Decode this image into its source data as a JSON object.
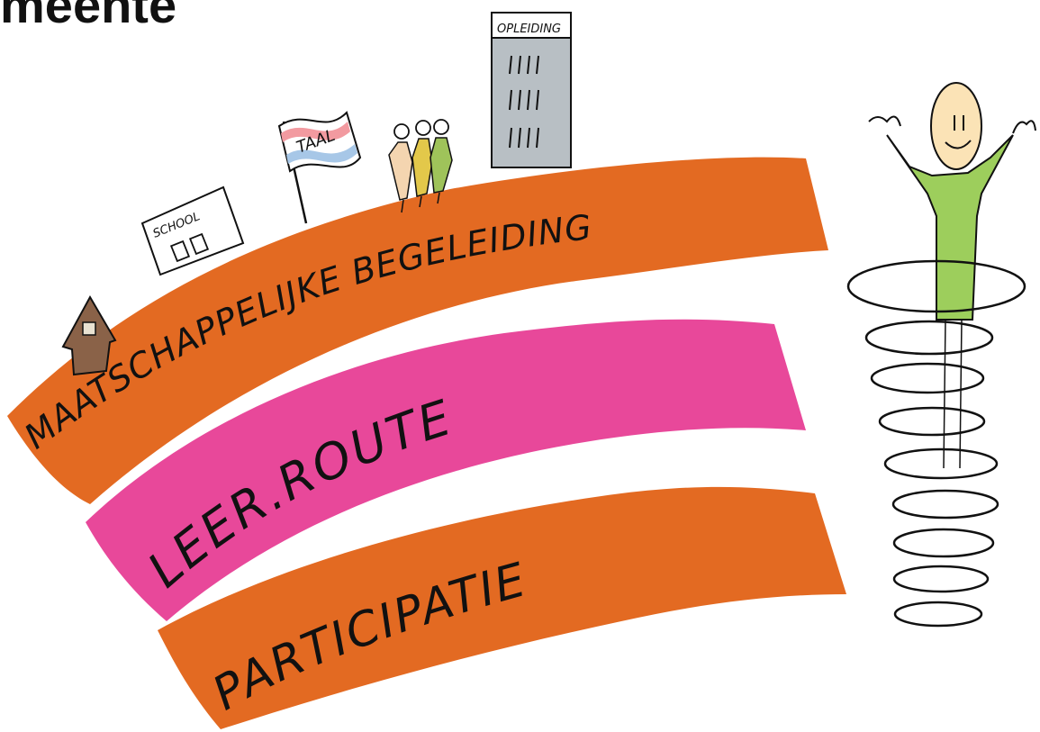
{
  "heading": "meente",
  "colors": {
    "orange": "#e36a22",
    "pink": "#e8489a",
    "figure_green": "#8cc63f",
    "building_gray": "#b8bfc4",
    "house_brown": "#8a6248",
    "ink": "#111111"
  },
  "bands": {
    "top": "MAATSCHAPPELIJKE BEGELEIDING",
    "middle": "LEER.ROUTE",
    "bottom": "PARTICIPATIE"
  },
  "icons": {
    "school": "SCHOOL",
    "flag": "TAAL",
    "building": "OPLEIDING"
  }
}
